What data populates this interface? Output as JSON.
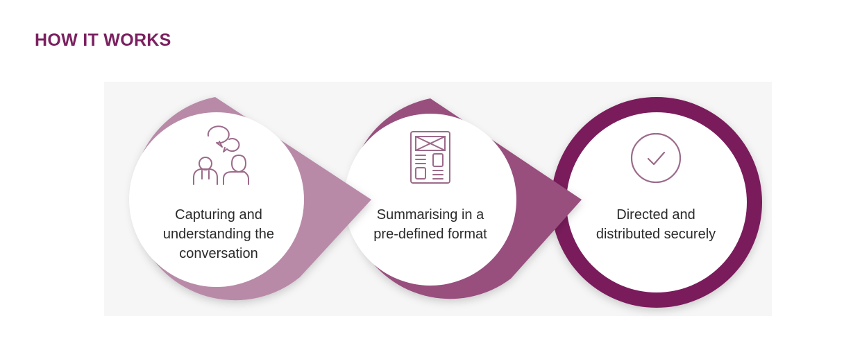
{
  "heading": "HOW IT WORKS",
  "colors": {
    "heading": "#7b2060",
    "step1_ring": "#b98aa8",
    "step2_ring": "#98507e",
    "step3_ring": "#7a1b5c",
    "icon": "#9c6a8a"
  },
  "steps": [
    {
      "icon": "conversation-people-icon",
      "label_lines": [
        "Capturing and",
        "understanding the",
        "conversation"
      ]
    },
    {
      "icon": "document-layout-icon",
      "label_lines": [
        "Summarising in a",
        "pre-defined format"
      ]
    },
    {
      "icon": "checkmark-circle-icon",
      "label_lines": [
        "Directed and",
        "distributed securely"
      ]
    }
  ]
}
